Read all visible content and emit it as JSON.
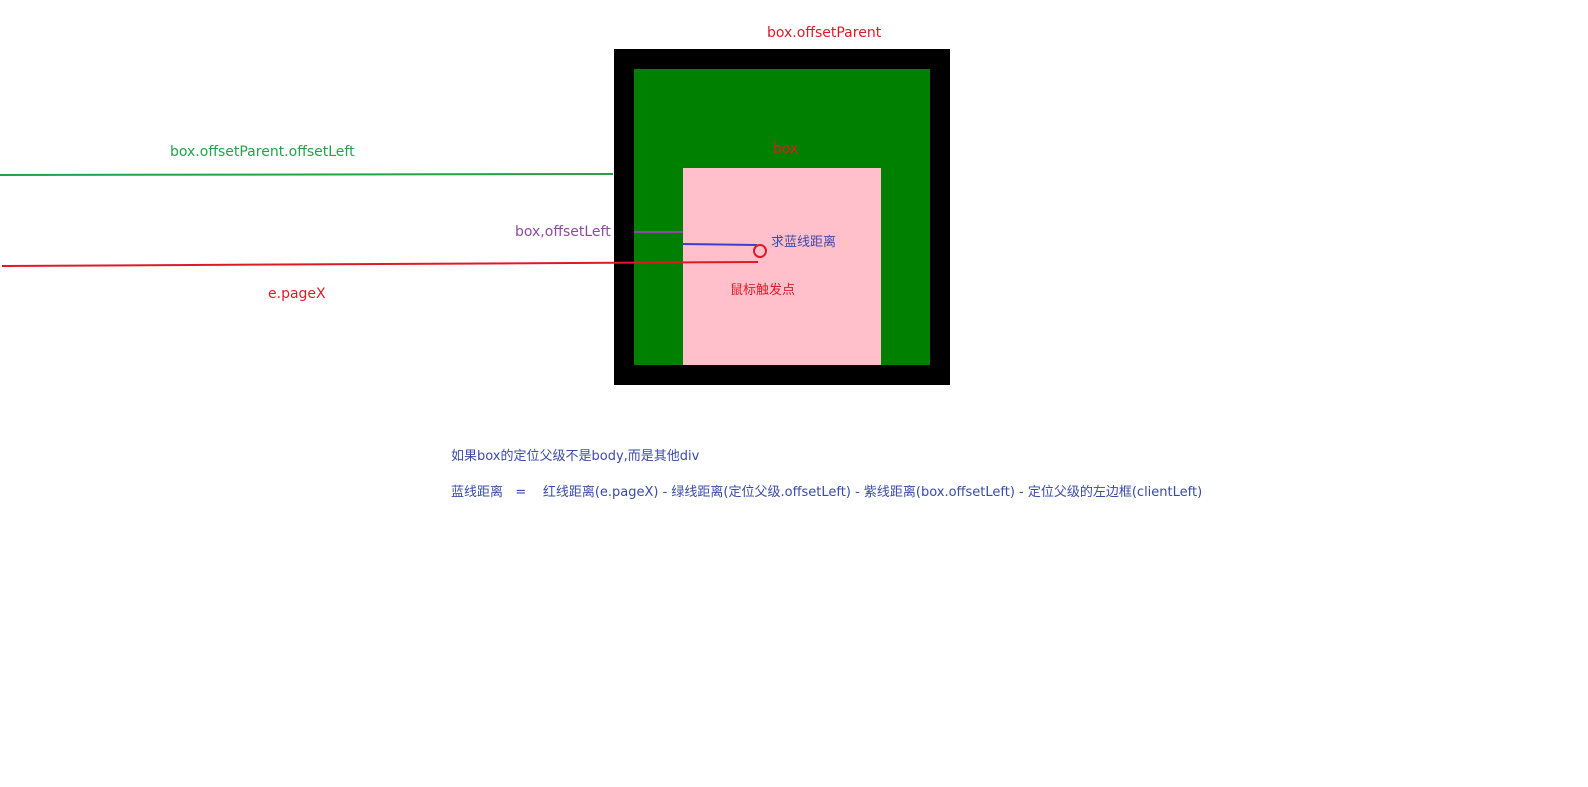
{
  "labels": {
    "offset_parent": "box.offsetParent",
    "box": "box",
    "offset_parent_offset_left": "box.offsetParent.offsetLeft",
    "box_offset_left": "box,offsetLeft",
    "page_x": "e.pageX",
    "blue_distance_question": "求蓝线距离",
    "mouse_trigger_point": "鼠标触发点"
  },
  "notes": {
    "condition": "如果box的定位父级不是body,而是其他div",
    "formula": "蓝线距离   =    红线距离(e.pageX) - 绿线距离(定位父级.offsetLeft) - 紫线距离(box.offsetLeft) - 定位父级的左边框(clientLeft)"
  },
  "colors": {
    "outer_border": "#000000",
    "parent_fill": "#008000",
    "box_fill": "#ffc0cb",
    "red_line": "#dd1b27",
    "green_line": "#22a34a",
    "purple_line": "#8e4a9e",
    "blue_line": "#3a3fd0",
    "text_blue": "#3b4ba8"
  }
}
